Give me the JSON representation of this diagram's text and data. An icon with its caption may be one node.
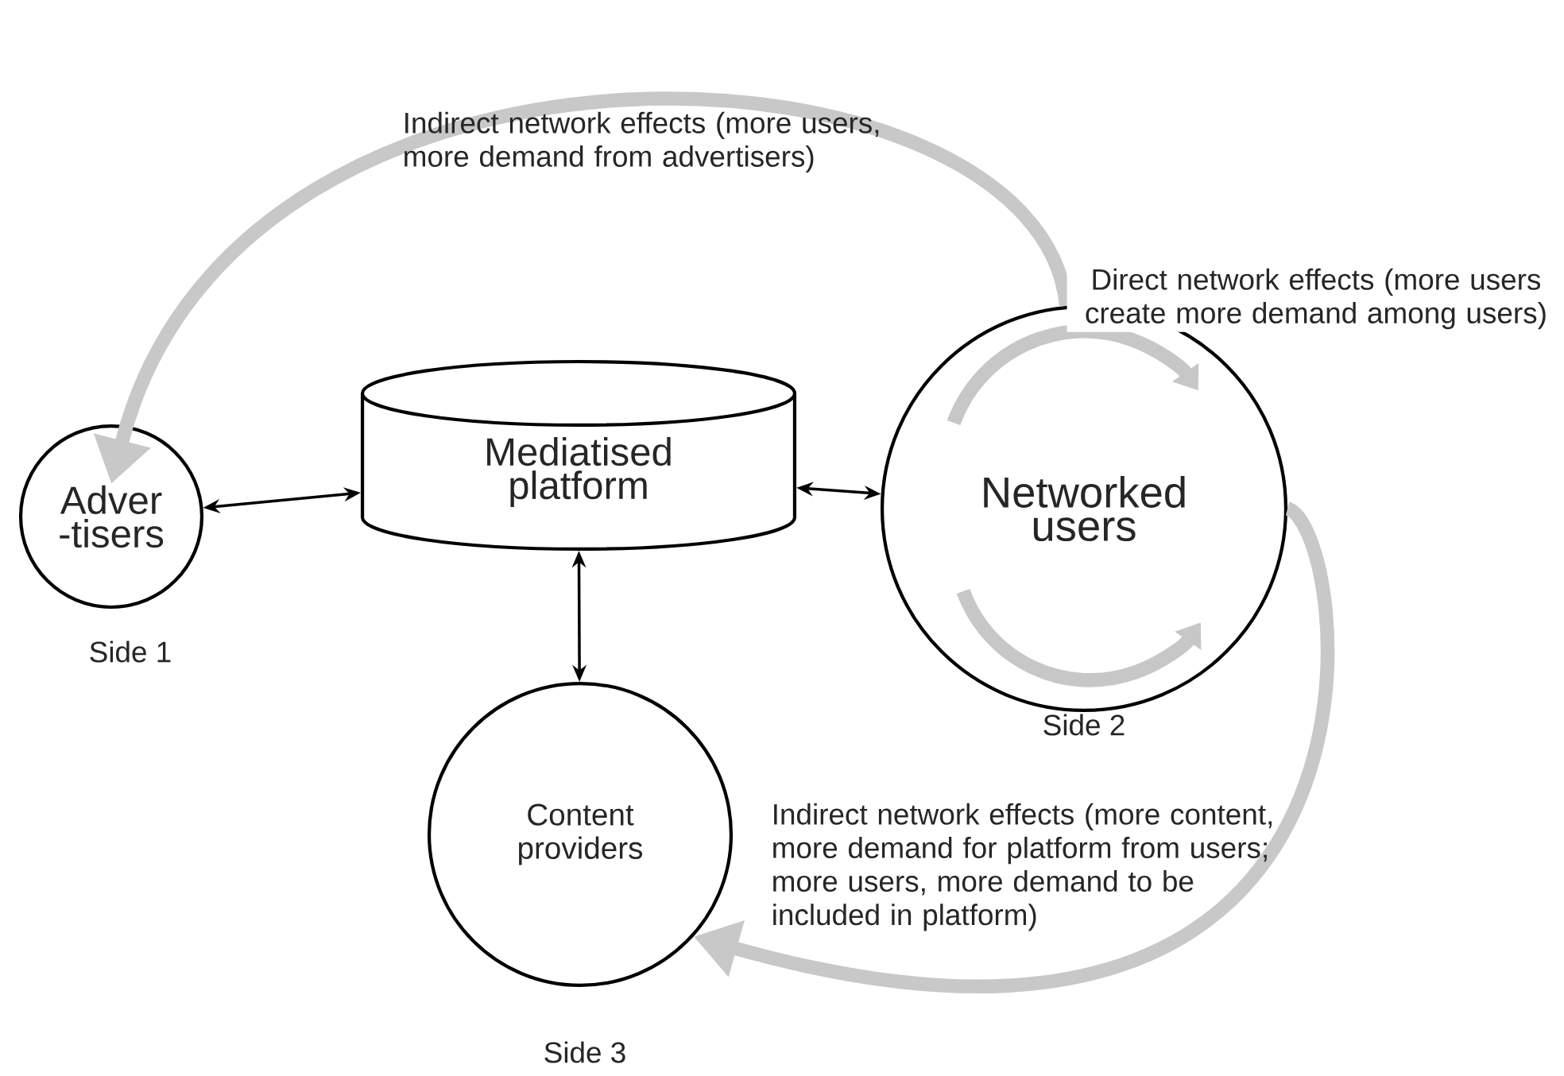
{
  "diagram": {
    "nodes": [
      {
        "text": [
          "Adver -tisers"
        ],
        "beside": [
          "Side 1"
        ]
      },
      {
        "text": [
          "Mediatised platform"
        ]
      },
      {
        "text": [
          "Networked users"
        ],
        "beside": [
          "Side 2"
        ]
      },
      {
        "text": [
          "Content providers"
        ],
        "beside": [
          "Side 3"
        ]
      }
    ],
    "edges": [
      {
        "from": 0,
        "to": 1,
        "arrow": "both"
      },
      {
        "from": 1,
        "to": 2,
        "arrow": "both"
      },
      {
        "from": 1,
        "to": 3,
        "arrow": "both"
      },
      {
        "from": 2,
        "to": 0,
        "arrow": "to",
        "label": "Indirect network effects (more users, more demand from advertisers)",
        "style": "thick",
        "color": "#c8c8c8"
      },
      {
        "from": 2,
        "to": 3,
        "arrow": "to",
        "label": "Indirect network effects (more content, more demand for platform from users; more users, more demand to be included in platform)",
        "style": "thick",
        "color": "#c8c8c8"
      }
    ],
    "labels": [
      "Direct network effects (more users create more demand among users)"
    ]
  }
}
